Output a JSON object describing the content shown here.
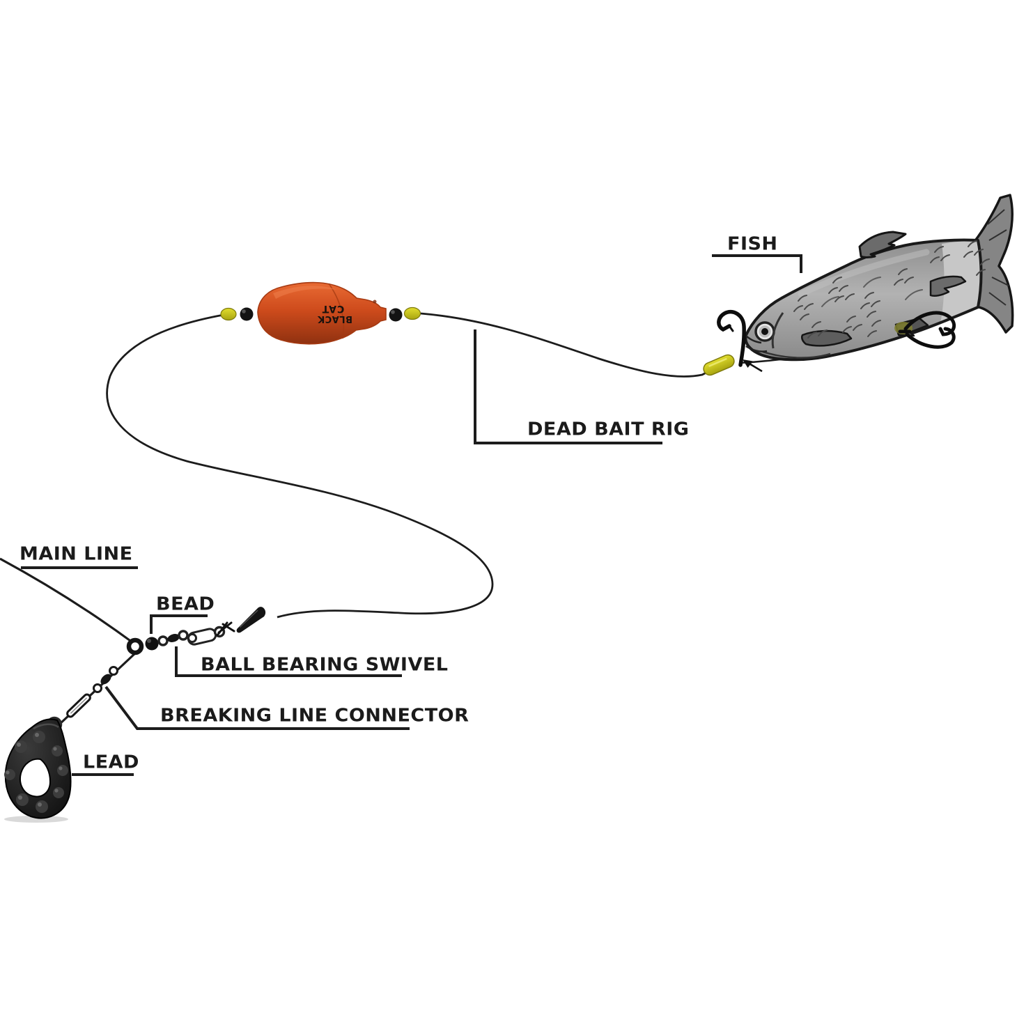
{
  "labels": {
    "fish": "FISH",
    "dead_bait_rig": "DEAD BAIT RIG",
    "main_line": "MAIN LINE",
    "bead": "BEAD",
    "ball_bearing_swivel": "BALL BEARING SWIVEL",
    "breaking_line_connector": "BREAKING LINE CONNECTOR",
    "lead": "LEAD"
  },
  "float": {
    "brand_line1": "BLACK",
    "brand_line2": "CAT"
  },
  "colors": {
    "background": "#ffffff",
    "line": "#1c1c1c",
    "label_text": "#1b1b1b",
    "float_orange": "#ce4b1c",
    "stop_bead_yellow": "#d6d31d",
    "stop_bead_black": "#141414",
    "fish_body_gray": "#a3a3a3",
    "fish_rear_gray": "#c7c7c7",
    "fish_fin_gray": "#6b6b6b",
    "lead_black": "#161616"
  }
}
